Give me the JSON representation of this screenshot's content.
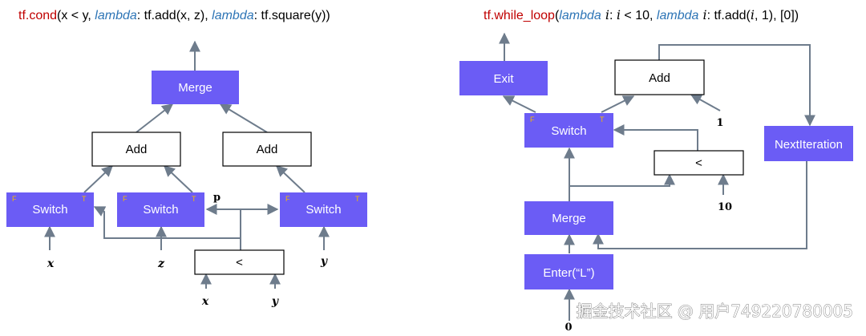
{
  "colors": {
    "node_fill": "#6b5cf5",
    "node_text": "#ffffff",
    "white_fill": "#ffffff",
    "edge": "#6e7c8c",
    "title_func": "#c00000",
    "title_keyword": "#2e75b6",
    "title_text": "#000000",
    "flag": "#f5b800"
  },
  "left": {
    "title": [
      {
        "text": "tf.cond",
        "style": "func"
      },
      {
        "text": "(x < y, ",
        "style": "text"
      },
      {
        "text": "lambda",
        "style": "keyword"
      },
      {
        "text": ": tf.add(x, z), ",
        "style": "text"
      },
      {
        "text": "lambda",
        "style": "keyword"
      },
      {
        "text": ": tf.square(y))",
        "style": "text"
      }
    ],
    "merge": "Merge",
    "add_left": "Add",
    "add_right": "Add",
    "switch_x": "Switch",
    "switch_z": "Switch",
    "switch_y": "Switch",
    "less": "<",
    "flag_f": "F",
    "flag_t": "T",
    "pred_label": "p",
    "input_x": "x",
    "input_z": "z",
    "input_y": "y",
    "less_in_x": "x",
    "less_in_y": "y"
  },
  "right": {
    "title": [
      {
        "text": "tf.while_loop",
        "style": "func"
      },
      {
        "text": "(",
        "style": "text"
      },
      {
        "text": "lambda",
        "style": "keyword"
      },
      {
        "text": " i",
        "style": "italic"
      },
      {
        "text": ": ",
        "style": "text"
      },
      {
        "text": "i",
        "style": "italic"
      },
      {
        "text": " < 10, ",
        "style": "text"
      },
      {
        "text": "lambda",
        "style": "keyword"
      },
      {
        "text": " i",
        "style": "italic"
      },
      {
        "text": ": tf.add(",
        "style": "text"
      },
      {
        "text": "i",
        "style": "italic"
      },
      {
        "text": ", 1), [0])",
        "style": "text"
      }
    ],
    "exit": "Exit",
    "add": "Add",
    "switch": "Switch",
    "next_iteration": "NextIteration",
    "less": "<",
    "merge": "Merge",
    "enter": "Enter(“L”)",
    "flag_f": "F",
    "flag_t": "T",
    "const_one": "1",
    "const_ten": "10",
    "const_zero": "0"
  },
  "watermark": "掘金技术社区 @ 用户749220780005"
}
